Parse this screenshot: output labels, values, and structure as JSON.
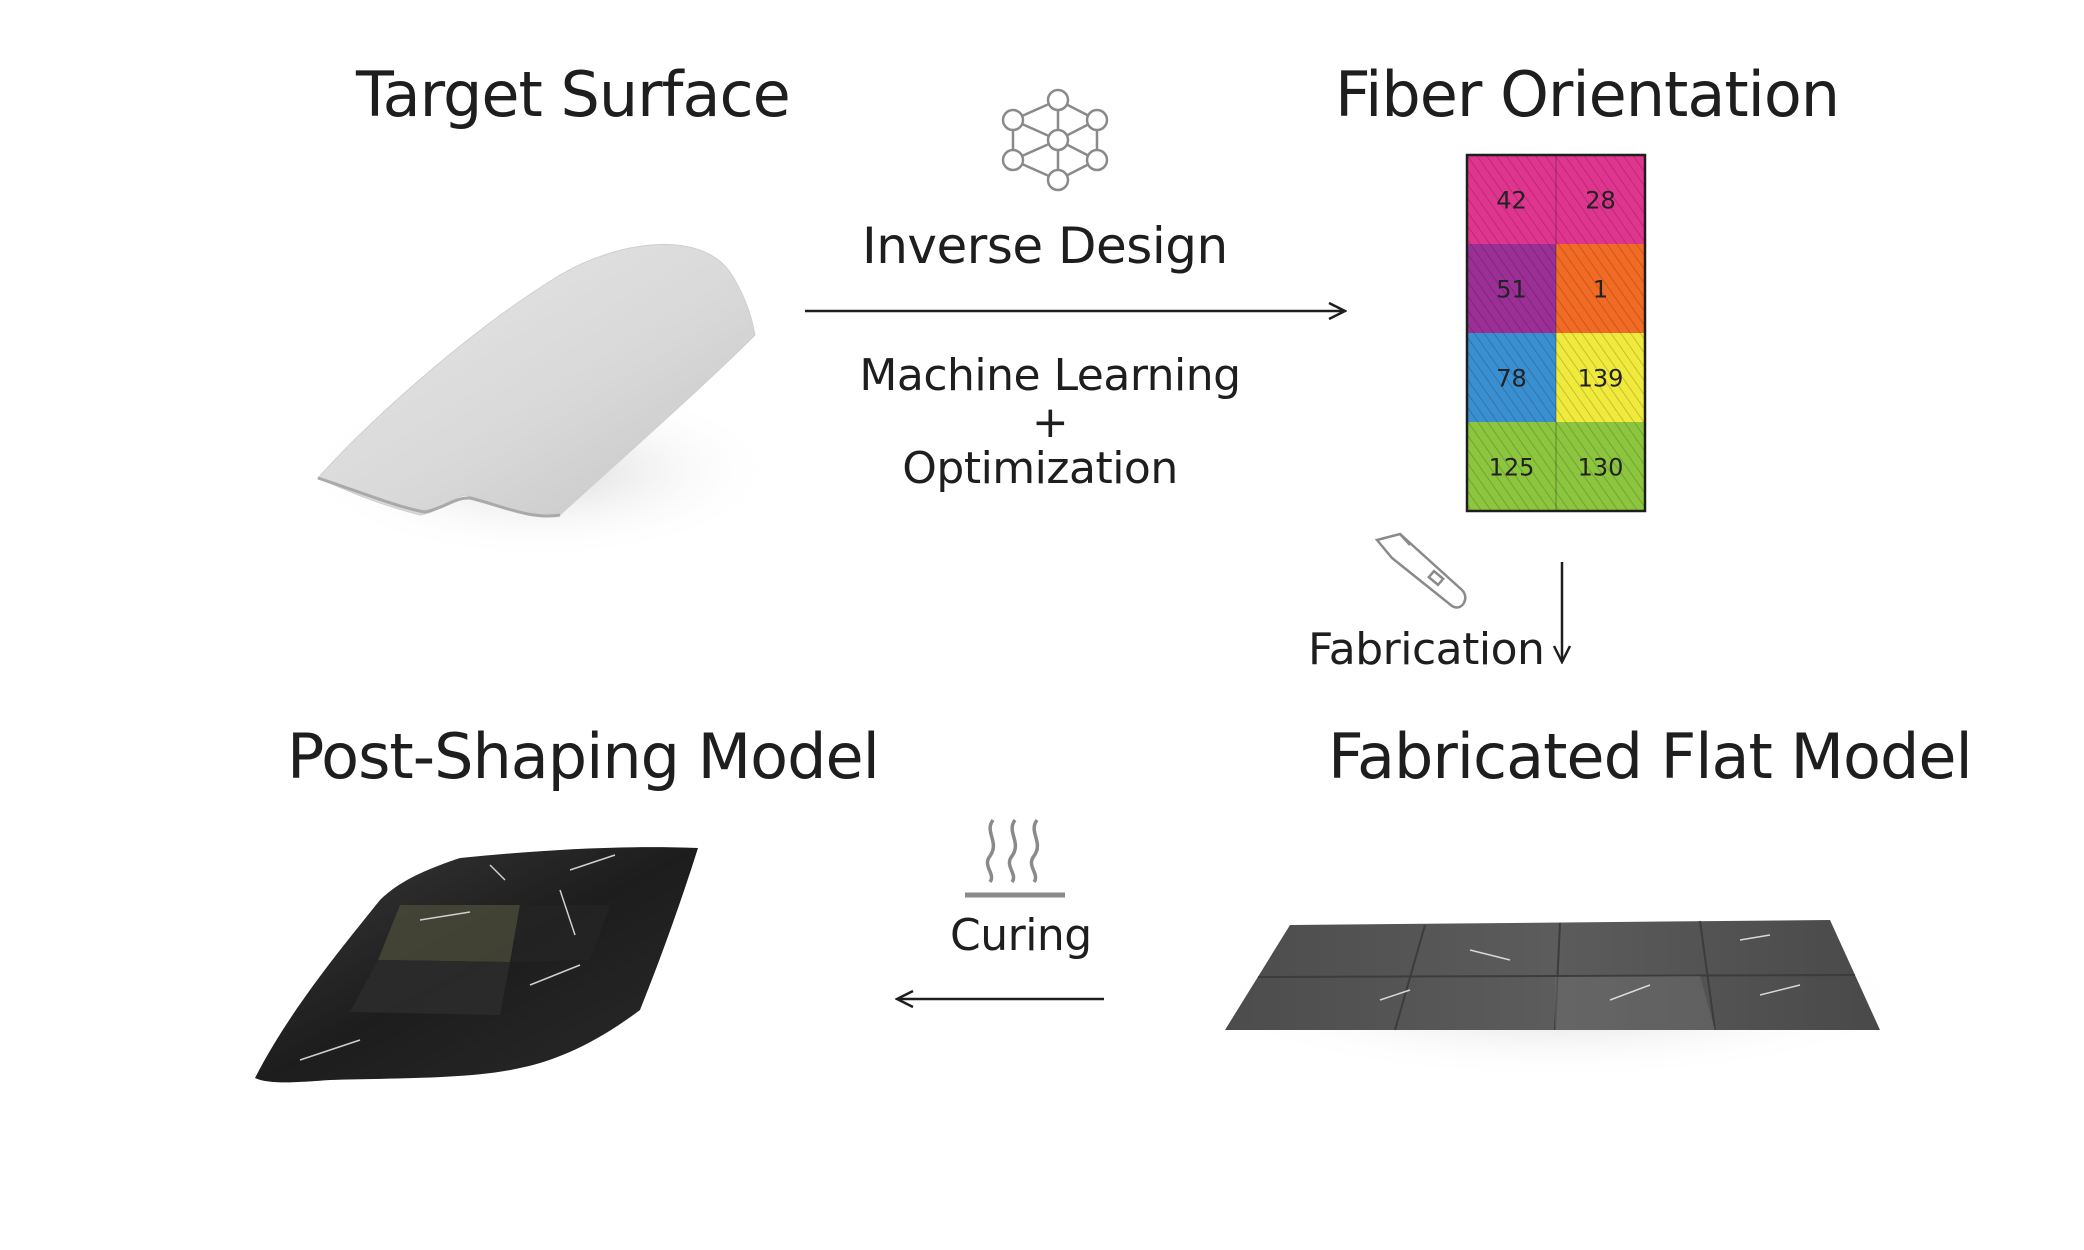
{
  "headings": {
    "target_surface": "Target Surface",
    "fiber_orientation": "Fiber Orientation",
    "post_shaping_model": "Post-Shaping Model",
    "fabricated_flat_model": "Fabricated Flat Model"
  },
  "steps": {
    "inverse_design": "Inverse Design",
    "machine_learning": "Machine Learning",
    "plus": "+",
    "optimization": "Optimization",
    "fabrication": "Fabrication",
    "curing": "Curing"
  },
  "fiber_grid": {
    "cells": [
      {
        "label": "42",
        "color": "#e0358f"
      },
      {
        "label": "28",
        "color": "#e0358f"
      },
      {
        "label": "51",
        "color": "#9b2f96"
      },
      {
        "label": "1",
        "color": "#f26b25"
      },
      {
        "label": "78",
        "color": "#3a8fd0"
      },
      {
        "label": "139",
        "color": "#f0ea3c"
      },
      {
        "label": "125",
        "color": "#8cc63f"
      },
      {
        "label": "130",
        "color": "#8cc63f"
      }
    ]
  },
  "icons": [
    "neural-network-icon",
    "utility-knife-icon",
    "heat-curing-icon"
  ]
}
